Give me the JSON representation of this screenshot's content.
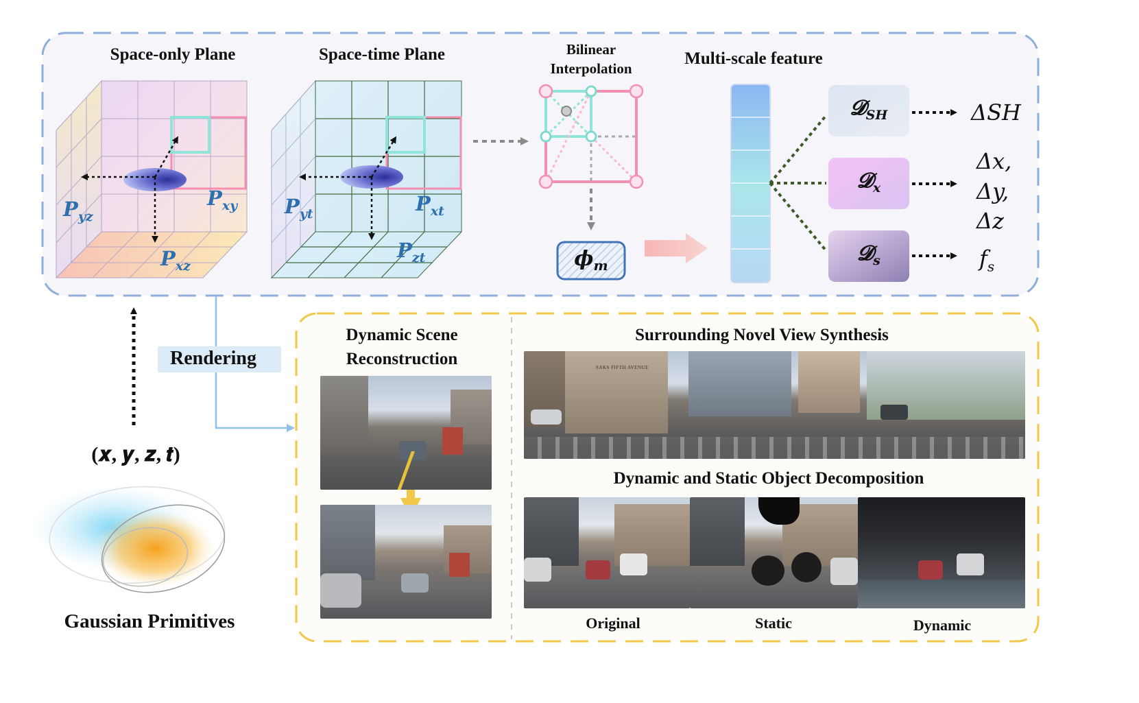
{
  "top_panel": {
    "space_only_title": "Space-only Plane",
    "space_time_title": "Space-time Plane",
    "bilinear_title_line1": "Bilinear",
    "bilinear_title_line2": "Interpolation",
    "multiscale_title": "Multi-scale feature",
    "plane_labels": {
      "p_yz_main": "P",
      "p_yz_sub": "yz",
      "p_xy_main": "P",
      "p_xy_sub": "xy",
      "p_xz_main": "P",
      "p_xz_sub": "xz",
      "p_yt_main": "P",
      "p_yt_sub": "yt",
      "p_xt_main": "P",
      "p_xt_sub": "xt",
      "p_zt_main": "P",
      "p_zt_sub": "zt"
    },
    "phi_main": "ϕ",
    "phi_sub": "m",
    "decoders": [
      {
        "main": "𝓓",
        "sub": "SH",
        "output": "ΔSH"
      },
      {
        "main": "𝓓",
        "sub": "x",
        "output_lines": [
          "Δx,",
          "Δy,",
          "Δz"
        ]
      },
      {
        "main": "𝓓",
        "sub": "s",
        "output_main": "f",
        "output_sub": "s"
      }
    ]
  },
  "left": {
    "rendering_label": "Rendering",
    "coords": "(𝒙, 𝒚, 𝒛, 𝒕)",
    "gaussian_label": "Gaussian Primitives"
  },
  "bottom_panel": {
    "dynamic_title_line1": "Dynamic Scene",
    "dynamic_title_line2": "Reconstruction",
    "surround_title": "Surrounding Novel View Synthesis",
    "decomp_title": "Dynamic and Static Object Decomposition",
    "decomp_labels": [
      "Original",
      "Static",
      "Dynamic"
    ],
    "store_sign": "SAKS FIFTH AVENUE"
  },
  "colors": {
    "blue_border": "#8eaedb",
    "yellow_border": "#f2c84b",
    "pink_line": "#f48fb1",
    "teal_line": "#8fe3d8",
    "label_blue": "#2e6fb0",
    "dashed_green": "#3f5a2a"
  }
}
